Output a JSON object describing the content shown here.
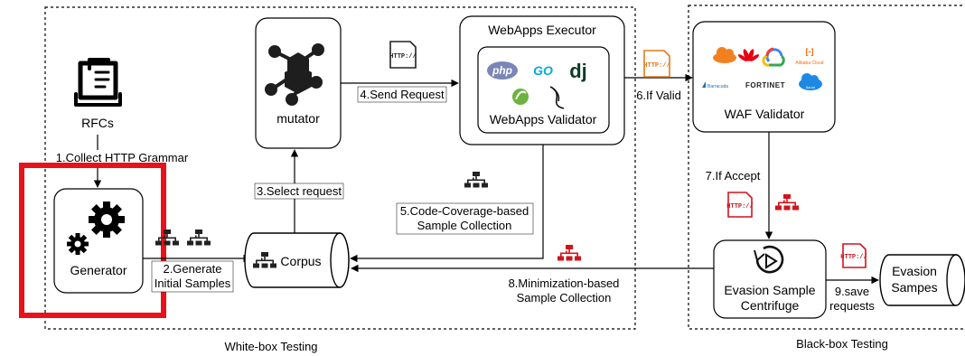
{
  "sections": {
    "whitebox_label": "White-box Testing",
    "blackbox_label": "Black-box Testing"
  },
  "nodes": {
    "rfcs": "RFCs",
    "generator": "Generator",
    "mutator": "mutator",
    "corpus": "Corpus",
    "executor": "WebApps Executor",
    "validator": "WebApps Validator",
    "waf_validator": "WAF Validator",
    "centrifuge": [
      "Evasion Sample",
      "Centrifuge"
    ],
    "evasion_samples": [
      "Evasion",
      "Sampes"
    ]
  },
  "edges": {
    "collect": "1.Collect HTTP Grammar",
    "generate": [
      "2.Generate",
      "Initial Samples"
    ],
    "select": "3.Select request",
    "send": "4.Send Request",
    "coverage": [
      "5.Code-Coverage-based",
      "Sample Collection"
    ],
    "valid": "6.If Valid",
    "accept": "7.If Accept",
    "minimization": [
      "8.Minimization-based",
      "Sample Collection"
    ],
    "save": [
      "9.save",
      "requests"
    ]
  },
  "icons": {
    "http_badge": "HTTP://",
    "tech_logos": {
      "php": "php",
      "go": "GO",
      "django": "dj"
    },
    "waf_logos": {
      "alibaba": "Alibaba Cloud",
      "barracuda": "Barracuda",
      "fortinet": "FORTINET",
      "azure": "Azure"
    }
  },
  "colors": {
    "highlight": "#e8121a",
    "http_red": "#d0141c",
    "http_orange": "#e07a1f",
    "dark": "#222222",
    "cloudflare": "#f38020",
    "huawei": "#e60012",
    "google_blue": "#4285f4",
    "alibaba": "#ff6a00",
    "azure": "#1e88e5",
    "php": "#7a86b8",
    "go": "#00acd7",
    "django": "#0c3c26",
    "spring": "#6db33f"
  }
}
